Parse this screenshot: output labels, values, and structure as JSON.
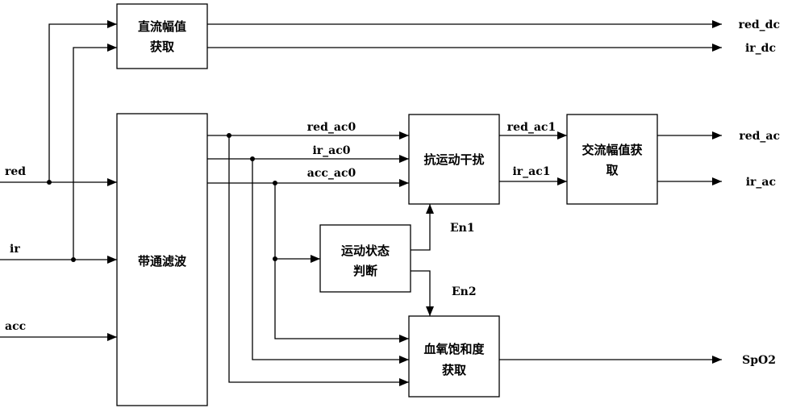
{
  "blocks": {
    "dc_amplitude": [
      "直流幅值",
      "获取"
    ],
    "bandpass": [
      "带通滤波"
    ],
    "anti_motion": [
      "抗运动干扰"
    ],
    "ac_amplitude": [
      "交流幅值获",
      "取"
    ],
    "motion_state": [
      "运动状态",
      "判断"
    ],
    "spo2_calc": [
      "血氧饱和度",
      "获取"
    ]
  },
  "inputs": {
    "red": "red",
    "ir": "ir",
    "acc": "acc"
  },
  "signals": {
    "red_ac0": "red_ac0",
    "ir_ac0": "ir_ac0",
    "acc_ac0": "acc_ac0",
    "red_ac1": "red_ac1",
    "ir_ac1": "ir_ac1",
    "en1": "En1",
    "en2": "En2"
  },
  "outputs": {
    "red_dc": "red_dc",
    "ir_dc": "ir_dc",
    "red_ac": "red_ac",
    "ir_ac": "ir_ac",
    "spo2": "SpO2"
  }
}
